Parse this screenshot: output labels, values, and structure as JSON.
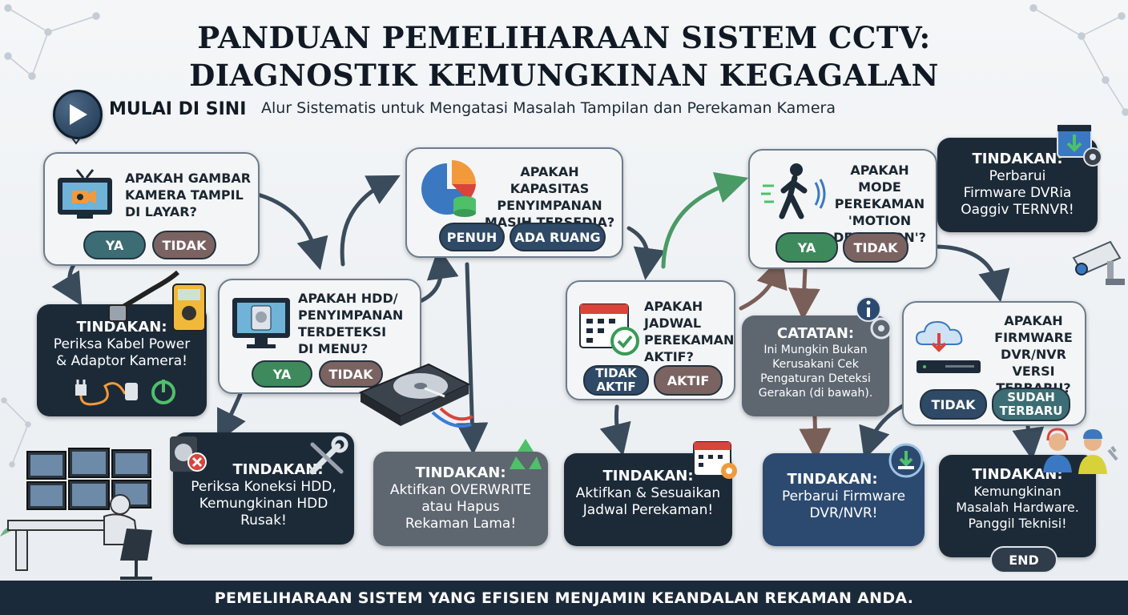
{
  "title": {
    "line1": "PANDUAN PEMELIHARAAN SISTEM CCTV:",
    "line2": "DIAGNOSTIK KEMUNGKINAN KEGAGALAN"
  },
  "start": {
    "label": "MULAI DI SINI"
  },
  "subtitle": "Alur Sistematis untuk Mengatasi Masalah Tampilan dan Perekaman Kamera",
  "q1": {
    "lines": [
      "APAKAH GAMBAR",
      "KAMERA TAMPIL",
      "DI LAYAR?"
    ],
    "yes": "YA",
    "no": "TIDAK"
  },
  "a1": {
    "title": "TINDAKAN:",
    "lines": [
      "Periksa Kabel Power",
      "& Adaptor Kamera!"
    ]
  },
  "q2": {
    "lines": [
      "APAKAH HDD/",
      "PENYIMPANAN",
      "TERDETEKSI",
      "DI MENU?"
    ],
    "yes": "YA",
    "no": "TIDAK"
  },
  "a2": {
    "title": "TINDAKAN:",
    "lines": [
      "Periksa Koneksi HDD,",
      "Kemungkinan HDD",
      "Rusak!"
    ]
  },
  "q3": {
    "lines": [
      "APAKAH KAPASITAS",
      "PENYIMPANAN",
      "MASIH TERSEDIA?"
    ],
    "full": "PENUH",
    "space": "ADA RUANG"
  },
  "a3": {
    "title": "TINDAKAN:",
    "lines": [
      "Aktifkan OVERWRITE",
      "atau Hapus",
      "Rekaman Lama!"
    ]
  },
  "q4": {
    "lines": [
      "APAKAH",
      "JADWAL",
      "PEREKAMAN",
      "AKTIF?"
    ],
    "inactive": [
      "TIDAK",
      "AKTIF"
    ],
    "active": "AKTIF"
  },
  "a4": {
    "title": "TINDAKAN:",
    "lines": [
      "Aktifkan & Sesuaikan",
      "Jadwal Perekaman!"
    ]
  },
  "q5": {
    "lines": [
      "APAKAH MODE",
      "PEREKAMAN",
      "'MOTION",
      "DETECTION'?"
    ],
    "yes": "YA",
    "no": "TIDAK"
  },
  "note": {
    "title": "CATATAN:",
    "lines": [
      "Ini Mungkin Bukan",
      "Kerusakani Cek",
      "Pengaturan Deteksi",
      "Gerakan (di bawah)."
    ]
  },
  "a5": {
    "title": "TINDAKAN:",
    "lines": [
      "Perbarui Firmware",
      "DVR/NVR!"
    ]
  },
  "a6": {
    "title": "TINDAKAN:",
    "lines": [
      "Perbarui",
      "Firmware DVRia",
      "Oaggiv TERNVR!"
    ]
  },
  "q6": {
    "lines": [
      "APAKAH",
      "FIRMWARE",
      "DVR/NVR VERSI",
      "TERBARU?"
    ],
    "no": "TIDAK",
    "latest": [
      "SUDAH",
      "TERBARU"
    ]
  },
  "a7": {
    "title": "TINDAKAN:",
    "lines": [
      "Kemungkinan",
      "Masalah Hardware.",
      "Panggil Teknisi!"
    ],
    "end": "END"
  },
  "footer": "PEMELIHARAAN SISTEM YANG EFISIEN MENJAMIN KEANDALAN REKAMAN ANDA.",
  "colors": {
    "navy": "#1c2a38",
    "teal": "#3d6d74",
    "brown": "#7a6361",
    "green": "#3e8a5c",
    "action_blue": "#2c4a70",
    "action_gray": "#5e6670"
  }
}
